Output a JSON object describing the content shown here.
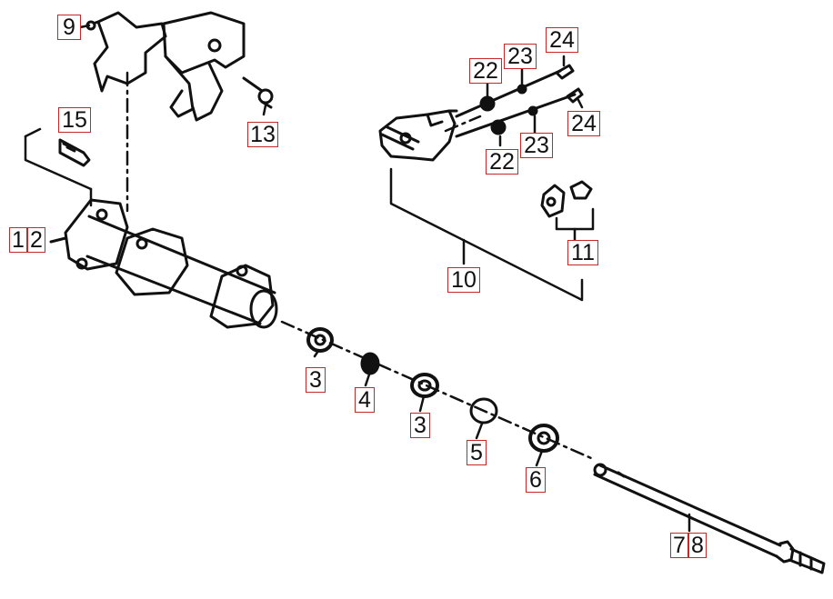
{
  "diagram": {
    "callouts": {
      "c9": "9",
      "c13": "13",
      "c15": "15",
      "c12a": "1",
      "c12b": "2",
      "c10": "10",
      "c11": "11",
      "c22a": "22",
      "c22b": "22",
      "c23a": "23",
      "c23b": "23",
      "c24a": "24",
      "c24b": "24",
      "c3a": "3",
      "c3b": "3",
      "c4": "4",
      "c5": "5",
      "c6": "6",
      "c78a": "7",
      "c78b": "8"
    },
    "colors": {
      "line": "#111111",
      "callout_border": "#c62828",
      "background": "#ffffff"
    }
  }
}
